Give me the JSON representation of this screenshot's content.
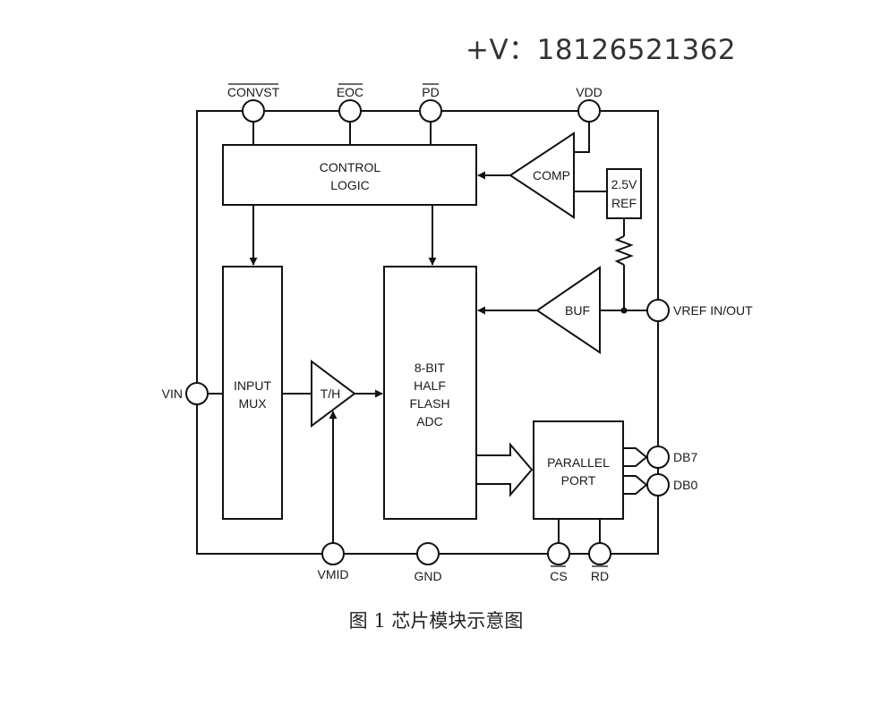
{
  "contact": "+V：18126521362",
  "caption": "图 1 芯片模块示意图",
  "pins": {
    "convst": "CONVST",
    "eoc": "EOC",
    "pd": "PD",
    "vdd": "VDD",
    "vref": "VREF IN/OUT",
    "vin": "VIN",
    "vmid": "VMID",
    "gnd": "GND",
    "cs": "CS",
    "rd": "RD",
    "db7": "DB7",
    "db0": "DB0"
  },
  "blocks": {
    "control_logic": [
      "CONTROL",
      "LOGIC"
    ],
    "input_mux": [
      "INPUT",
      "MUX"
    ],
    "adc": [
      "8-BIT",
      "HALF",
      "FLASH",
      "ADC"
    ],
    "parallel_port": [
      "PARALLEL",
      "PORT"
    ],
    "comp": "COMP",
    "ref": [
      "2.5V",
      "REF"
    ],
    "buf": "BUF",
    "th": "T/H"
  }
}
